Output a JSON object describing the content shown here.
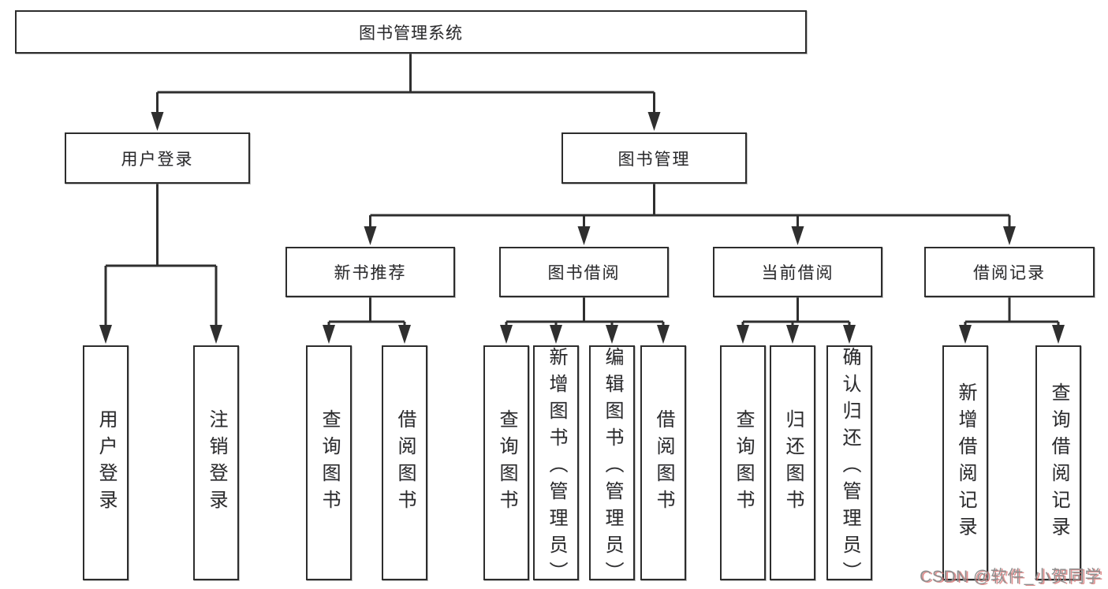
{
  "tree": {
    "root": {
      "label": "图书管理系统"
    },
    "level1": [
      {
        "label": "用户登录"
      },
      {
        "label": "图书管理"
      }
    ],
    "level2": [
      {
        "label": "新书推荐",
        "parent": "图书管理"
      },
      {
        "label": "图书借阅",
        "parent": "图书管理"
      },
      {
        "label": "当前借阅",
        "parent": "图书管理"
      },
      {
        "label": "借阅记录",
        "parent": "图书管理"
      }
    ],
    "leaves": [
      {
        "label": "用户登录",
        "parent": "用户登录"
      },
      {
        "label": "注销登录",
        "parent": "用户登录"
      },
      {
        "label": "查询图书",
        "parent": "新书推荐"
      },
      {
        "label": "借阅图书",
        "parent": "新书推荐"
      },
      {
        "label": "查询图书",
        "parent": "图书借阅"
      },
      {
        "label": "新增图书（管理员）",
        "parent": "图书借阅"
      },
      {
        "label": "编辑图书（管理员）",
        "parent": "图书借阅"
      },
      {
        "label": "借阅图书",
        "parent": "图书借阅"
      },
      {
        "label": "查询图书",
        "parent": "当前借阅"
      },
      {
        "label": "归还图书",
        "parent": "当前借阅"
      },
      {
        "label": "确认归还（管理员）",
        "parent": "当前借阅"
      },
      {
        "label": "新增借阅记录",
        "parent": "借阅记录"
      },
      {
        "label": "查询借阅记录",
        "parent": "借阅记录"
      }
    ]
  },
  "watermark": {
    "text": "CSDN @软件_小贺同学"
  },
  "colors": {
    "line": "#2f2f2f",
    "border": "#2d2d2d",
    "text": "#2b2b2b",
    "watermark_gray": "#8f8f8f",
    "watermark_red": "#d66a6a",
    "background": "#ffffff"
  }
}
